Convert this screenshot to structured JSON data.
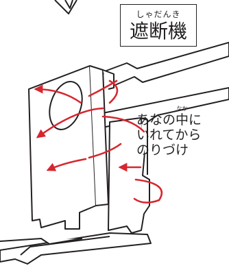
{
  "title": {
    "ruby": "しゃだんき",
    "main": "遮断機"
  },
  "note": {
    "line1_before": "あなの",
    "line1_ruby_base": "中",
    "line1_ruby": "なか",
    "line1_after": "に",
    "line2": "いれてから",
    "line3": "のりづけ"
  },
  "colors": {
    "arrow": "#d7262e",
    "ink": "#231f20",
    "background": "#ffffff"
  }
}
